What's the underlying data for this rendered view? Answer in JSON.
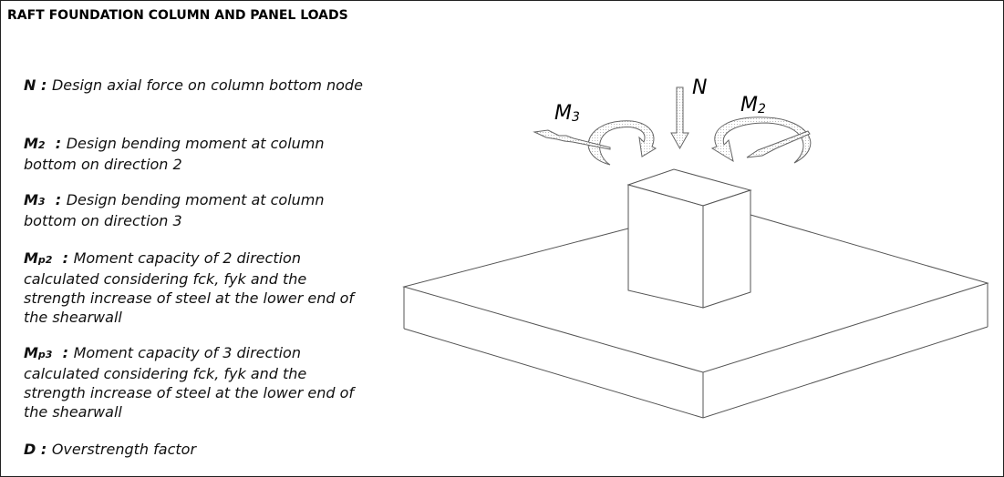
{
  "title": "RAFT FOUNDATION COLUMN AND PANEL LOADS",
  "items": [
    {
      "sym": "N",
      "sub": "",
      "text": "Design axial force on column bottom node"
    },
    {
      "sym": "M",
      "sub": "2",
      "text": "Design bending moment at column bottom on direction 2"
    },
    {
      "sym": "M",
      "sub": "3",
      "text": "Design bending moment at column bottom on direction 3"
    },
    {
      "sym": "M",
      "sub": "p2",
      "text": "Moment capacity of 2 direction calculated considering fck, fyk and the strength increase of steel at the lower end of the shearwall"
    },
    {
      "sym": "M",
      "sub": "p3",
      "text": "Moment capacity of 3 direction calculated considering fck, fyk and the strength increase of steel at the lower end of the shearwall"
    },
    {
      "sym": "D",
      "sub": "",
      "text": "Overstrength factor"
    }
  ],
  "figure": {
    "n_label": "N",
    "m2_label": "M",
    "m2_sub": "2",
    "m3_label": "M",
    "m3_sub": "3"
  }
}
